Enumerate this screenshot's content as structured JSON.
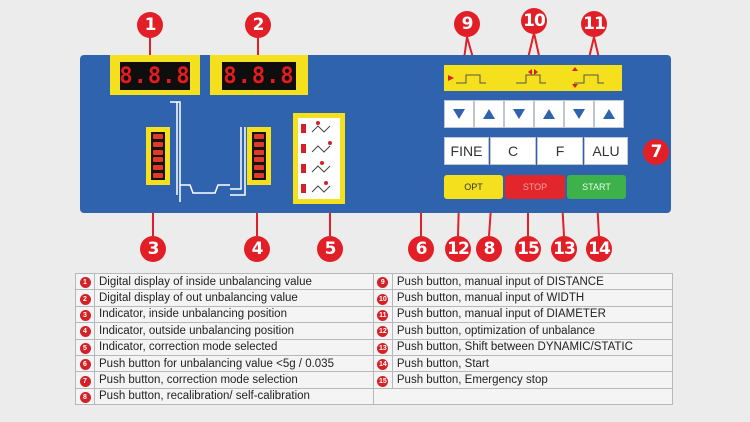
{
  "callouts": {
    "c1": "1",
    "c2": "2",
    "c3": "3",
    "c4": "4",
    "c5": "5",
    "c6": "6",
    "c7": "7",
    "c8": "8",
    "c9": "9",
    "c10": "10",
    "c11": "11",
    "c12": "12",
    "c13": "13",
    "c14": "14",
    "c15": "15"
  },
  "displays": {
    "inside": "8.8.8",
    "outside": "8.8.8"
  },
  "buttons": {
    "fine": "FINE",
    "c": "C",
    "f": "F",
    "alu": "ALU",
    "opt": "OPT",
    "stop": "STOP",
    "start": "START"
  },
  "legend": [
    {
      "left_num": "1",
      "left_text": "Digital display of inside unbalancing value",
      "right_num": "9",
      "right_text": "Push button, manual input of DISTANCE"
    },
    {
      "left_num": "2",
      "left_text": "Digital display of out unbalancing value",
      "right_num": "10",
      "right_text": "Push button, manual input of WIDTH"
    },
    {
      "left_num": "3",
      "left_text": "Indicator, inside unbalancing position",
      "right_num": "11",
      "right_text": "Push button, manual input of DIAMETER"
    },
    {
      "left_num": "4",
      "left_text": "Indicator, outside unbalancing position",
      "right_num": "12",
      "right_text": "Push button, optimization of unbalance"
    },
    {
      "left_num": "5",
      "left_text": "Indicator, correction mode selected",
      "right_num": "13",
      "right_text": "Push button, Shift between DYNAMIC/STATIC"
    },
    {
      "left_num": "6",
      "left_text": "Push button for unbalancing value <5g / 0.035",
      "right_num": "14",
      "right_text": "Push button, Start"
    },
    {
      "left_num": "7",
      "left_text": "Push button, correction mode selection",
      "right_num": "15",
      "right_text": "Push button, Emergency stop"
    },
    {
      "left_num": "8",
      "left_text": "Push button, recalibration/ self-calibration",
      "right_num": "",
      "right_text": ""
    }
  ]
}
